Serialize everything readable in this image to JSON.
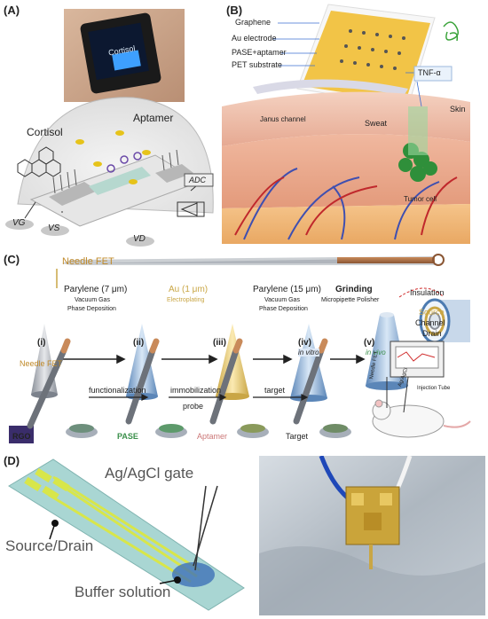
{
  "panels": {
    "a": {
      "label": "(A)",
      "watch_text": "Cortisol",
      "labels": {
        "cortisol": "Cortisol",
        "aptamer": "Aptamer",
        "adc": "ADC",
        "vg": "VG",
        "vs": "VS",
        "vd": "VD"
      }
    },
    "b": {
      "label": "(B)",
      "layers": [
        "Graphene",
        "Au electrode",
        "PASE+aptamer",
        "PET substrate"
      ],
      "labels": {
        "tnf": "TNF-α",
        "janus": "Janus channel",
        "sweat": "Sweat",
        "skin": "Skin",
        "tumor": "Tumor cell"
      }
    },
    "c": {
      "label": "(C)",
      "needle_fet": "Needle FET",
      "steps": [
        {
          "title": "Parylene (7 μm)",
          "sub1": "Vacuum Gas",
          "sub2": "Phase Deposition"
        },
        {
          "title": "Au (1 μm)",
          "sub1": "Electroplating",
          "sub2": ""
        },
        {
          "title": "Parylene (15 μm)",
          "sub1": "Vacuum Gas",
          "sub2": "Phase Deposition"
        },
        {
          "title": "Grinding",
          "sub1": "Micropipette Polisher",
          "sub2": ""
        }
      ],
      "cross_section": {
        "insulation": "Insulation",
        "source": "Source",
        "channel": "Channel",
        "drain": "Drain"
      },
      "stages": [
        {
          "num": "(i)",
          "tag": "Needle FET",
          "bottom": "RGO"
        },
        {
          "num": "(ii)",
          "tag": "",
          "bottom": "PASE"
        },
        {
          "num": "(iii)",
          "tag": "",
          "bottom": "Aptamer"
        },
        {
          "num": "(iv)",
          "tag": "in vitro",
          "bottom": "Target"
        },
        {
          "num": "(v)",
          "tag": "in vivo",
          "bottom": ""
        }
      ],
      "arrows": {
        "functionalization": "functionalization",
        "immobilization": "immobilization",
        "probe": "probe",
        "target": "target"
      },
      "invivo": {
        "needle_fet": "Needle FET",
        "agcl": "Ag/AgCl",
        "injection": "Injection Tube"
      }
    },
    "d": {
      "label": "(D)",
      "labels": {
        "gate": "Ag/AgCl gate",
        "source_drain": "Source/Drain",
        "buffer": "Buffer solution"
      }
    }
  }
}
